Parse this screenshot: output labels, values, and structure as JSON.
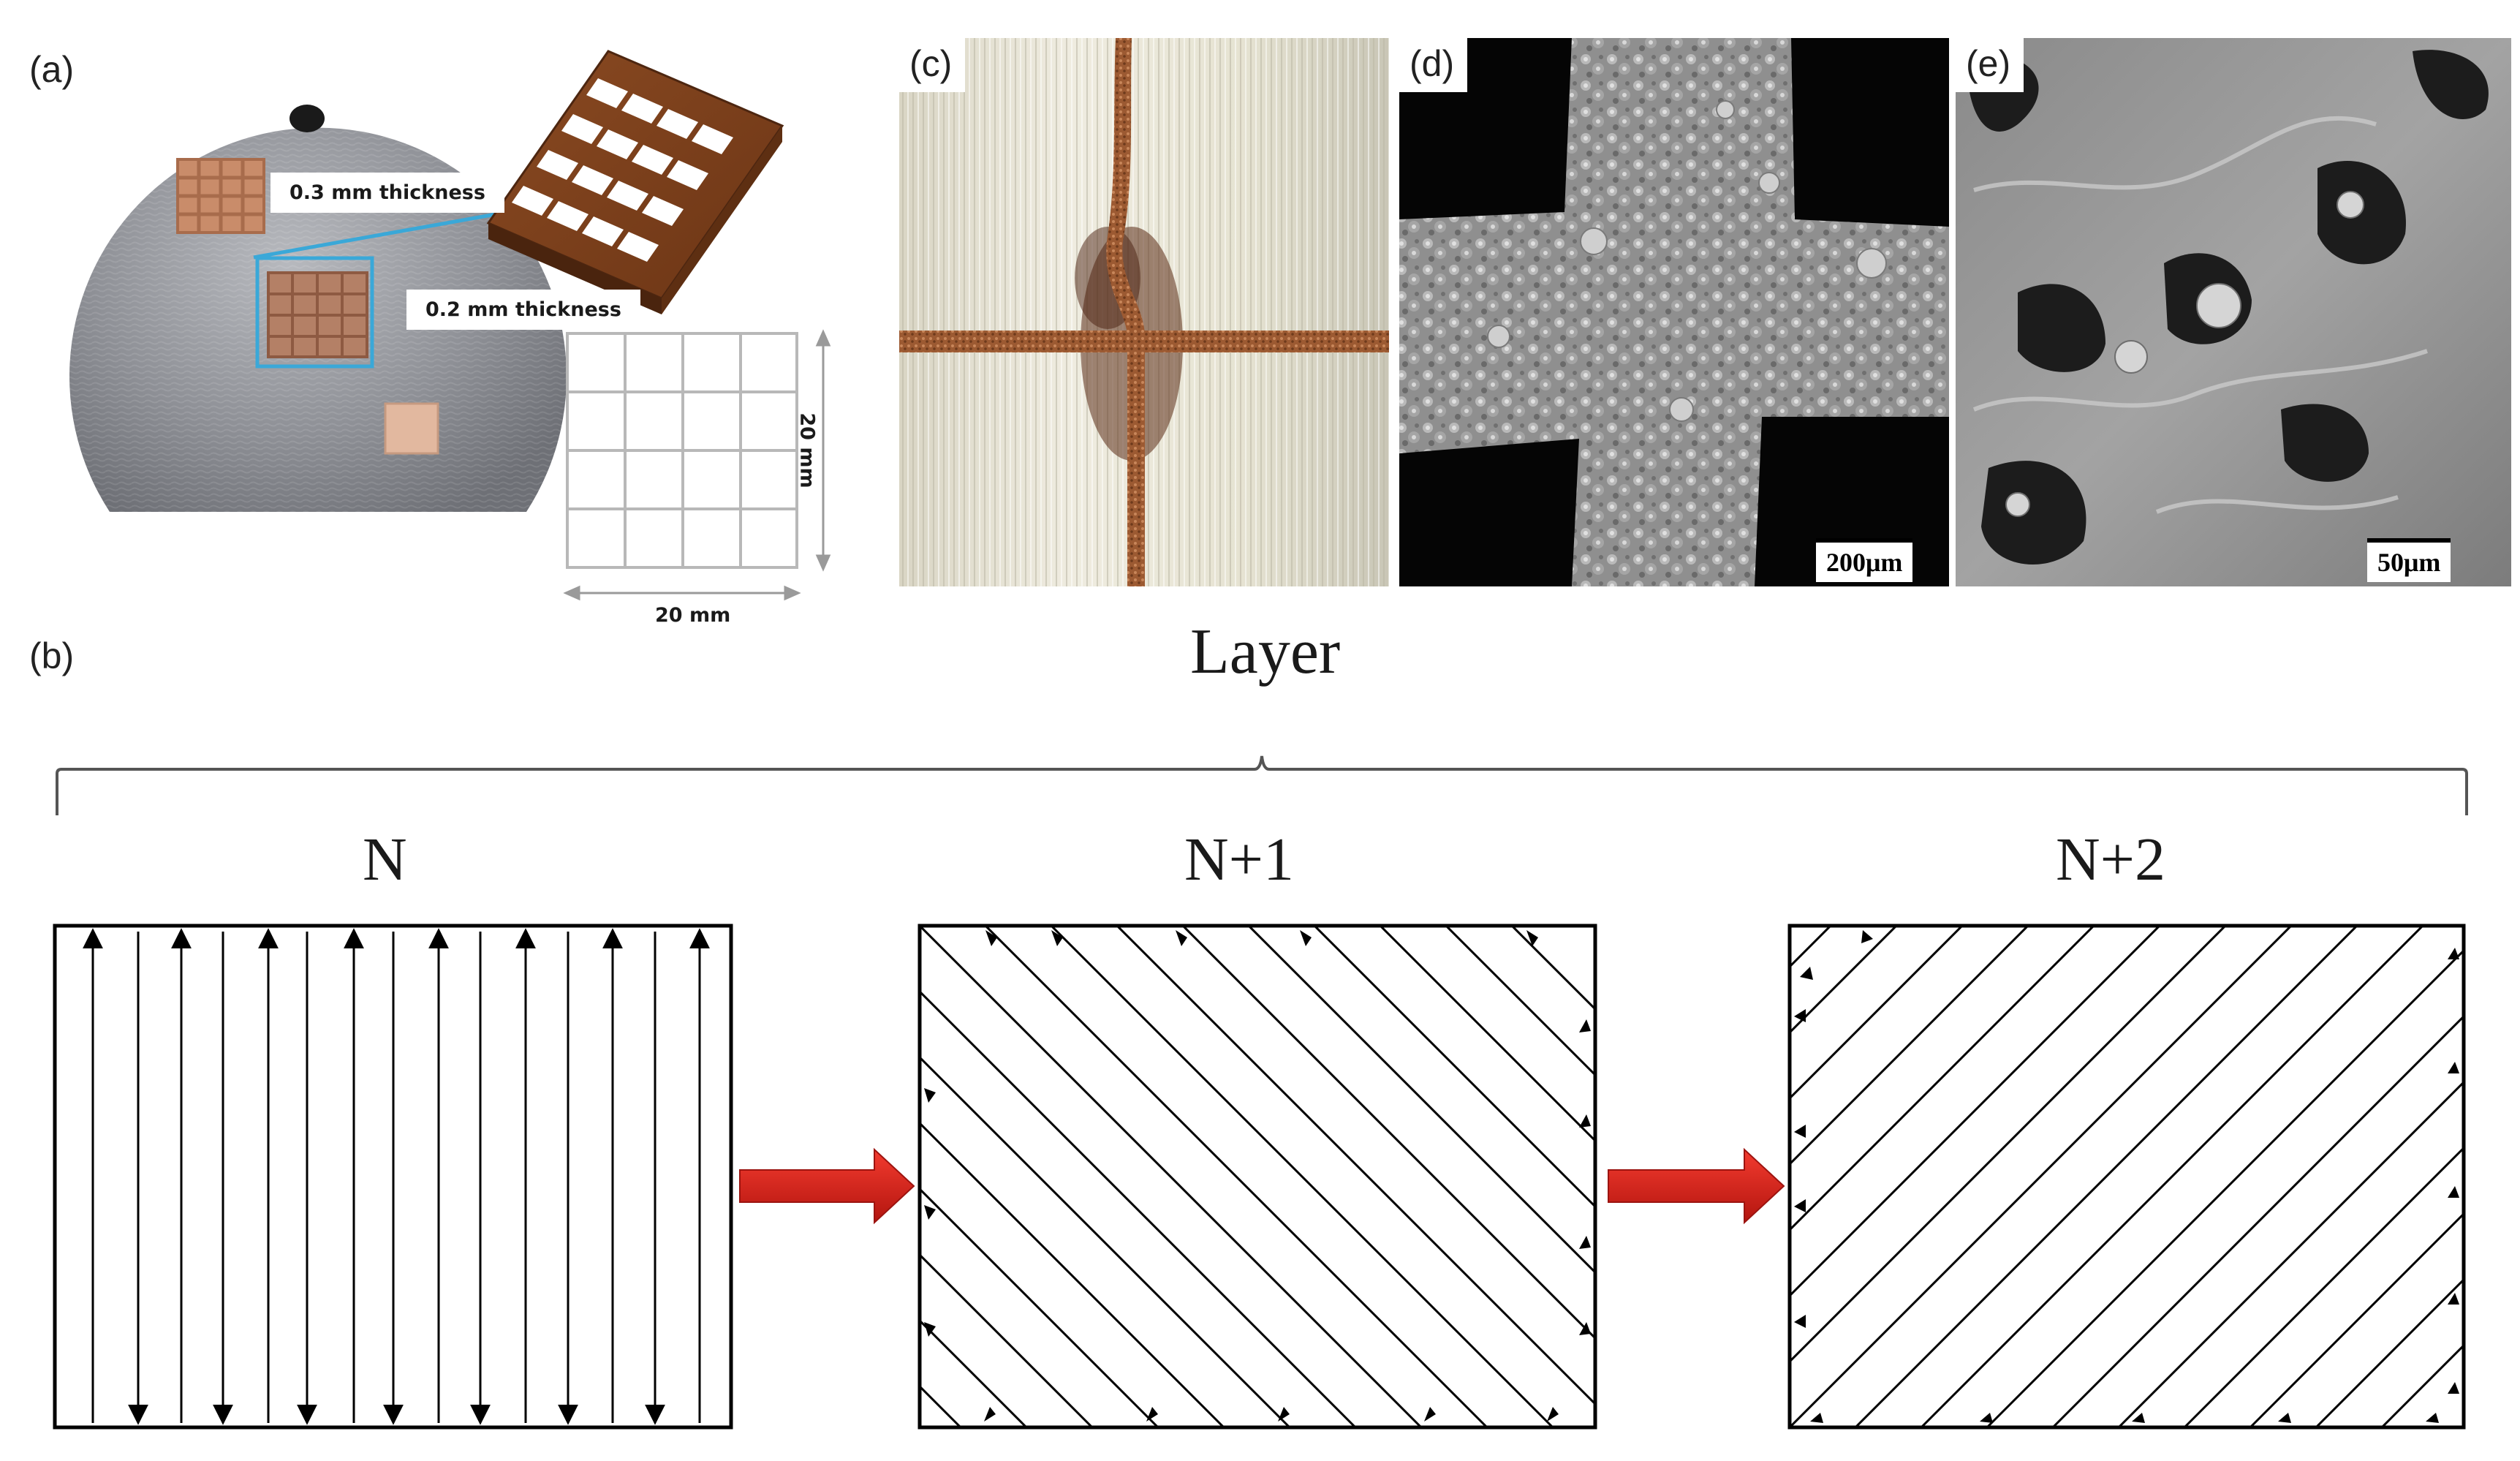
{
  "panels": {
    "a": {
      "label": "(a)",
      "callout_top": "0.3 mm thickness",
      "callout_bottom": "0.2 mm thickness",
      "dim_height": "20 mm",
      "dim_width": "20 mm"
    },
    "b": {
      "label": "(b)",
      "layer_title": "Layer",
      "layers": [
        "N",
        "N+1",
        "N+2"
      ]
    },
    "c": {
      "label": "(c)"
    },
    "d": {
      "label": "(d)",
      "scale_bar": "200μm"
    },
    "e": {
      "label": "(e)",
      "scale_bar": "50μm"
    }
  },
  "colors": {
    "copper": "#9c5a32",
    "copper_dark": "#6e3a1c",
    "accent_blue": "#3aa8d8",
    "arrow_red": "#e8221b",
    "arrow_red_dark": "#b01a14",
    "sem_gray": "#9a9a9a"
  }
}
